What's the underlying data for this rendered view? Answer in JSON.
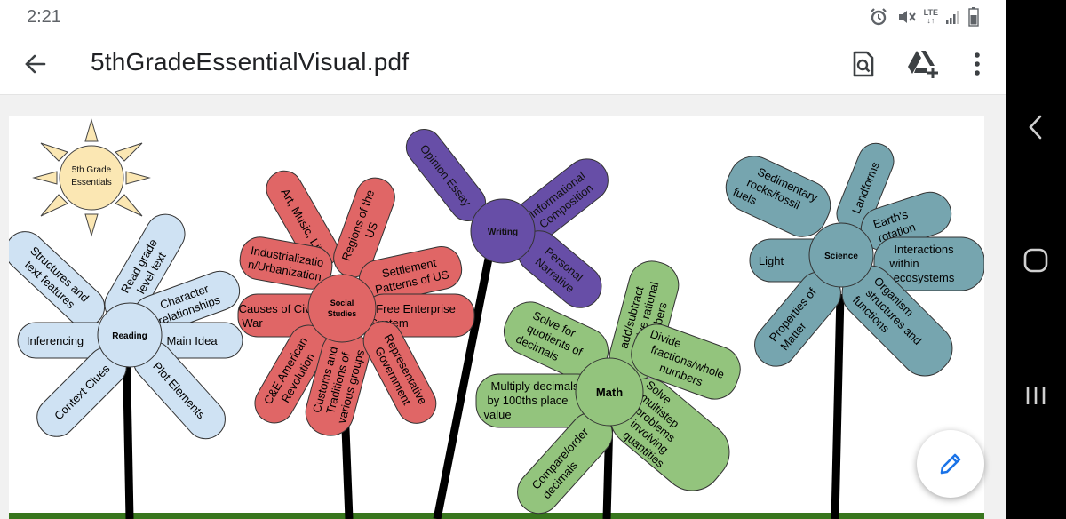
{
  "status_bar": {
    "time": "2:21",
    "lte_label": "LTE",
    "icons": [
      "alarm-icon",
      "vibrate-icon",
      "lte-signal-icon",
      "battery-icon"
    ]
  },
  "app_bar": {
    "title": "5thGradeEssentialVisual.pdf",
    "actions": [
      "back-arrow-icon",
      "find-in-page-icon",
      "add-to-drive-icon",
      "more-vert-icon"
    ]
  },
  "nav_bar": {
    "buttons": [
      "back-icon",
      "home-icon",
      "recents-icon"
    ]
  },
  "fab": {
    "icon": "edit-pencil-icon",
    "color": "#1a73e8"
  },
  "colors": {
    "sun": "#fbe7b3",
    "reading": "#cfe2f3",
    "social_studies": "#e06666",
    "writing": "#674ea7",
    "math": "#93c47d",
    "science": "#76a5af",
    "grass": "#38761d"
  },
  "document": {
    "sun_label_line1": "5th Grade",
    "sun_label_line2": "Essentials",
    "reading": {
      "center": "Reading",
      "petals": [
        [
          "Structures and",
          "text features"
        ],
        [
          "Read grade",
          "level text"
        ],
        [
          "Character",
          "relationships"
        ],
        [
          "Inferencing"
        ],
        [
          "Main Idea"
        ],
        [
          "Context Clues"
        ],
        [
          "Plot Elements"
        ]
      ]
    },
    "social_studies": {
      "center_line1": "Social",
      "center_line2": "Studies",
      "petals": [
        [
          "Art, Music, Lit"
        ],
        [
          "Regions of the",
          "US"
        ],
        [
          "Industrializatio",
          "n/Urbanization"
        ],
        [
          "Settlement",
          "Patterns of US"
        ],
        [
          "Causes of Civil",
          "War"
        ],
        [
          "Free Enterprise",
          "System"
        ],
        [
          "C&E American",
          "Revolution"
        ],
        [
          "Customs and",
          "Traditions of",
          "various groups"
        ],
        [
          "Representative",
          "Government"
        ]
      ]
    },
    "writing": {
      "center": "Writing",
      "petals": [
        [
          "Opinion Essay"
        ],
        [
          "Informational",
          "Composition"
        ],
        [
          "Personal",
          "Narrative"
        ]
      ]
    },
    "math": {
      "center": "Math",
      "petals": [
        [
          "Solve for",
          "quotients of",
          "decimals"
        ],
        [
          "add/subtract",
          "positive rational",
          "numbers"
        ],
        [
          "Divide",
          "fractions/whole",
          "numbers"
        ],
        [
          "Multiply decimals",
          "by 100ths place",
          "value"
        ],
        [
          "Solve",
          "multistep",
          "problems",
          "involving",
          "quantities"
        ],
        [
          "Compare/order",
          "decimals"
        ]
      ]
    },
    "science": {
      "center": "Science",
      "petals": [
        [
          "Sedimentary",
          "rocks/fossil",
          "fuels"
        ],
        [
          "Landforms"
        ],
        [
          "Earth's",
          "rotation"
        ],
        [
          "Light"
        ],
        [
          "Interactions",
          "within",
          "ecosystems"
        ],
        [
          "Properties of",
          "Matter"
        ],
        [
          "Organism",
          "structures and",
          "functions"
        ]
      ]
    }
  }
}
